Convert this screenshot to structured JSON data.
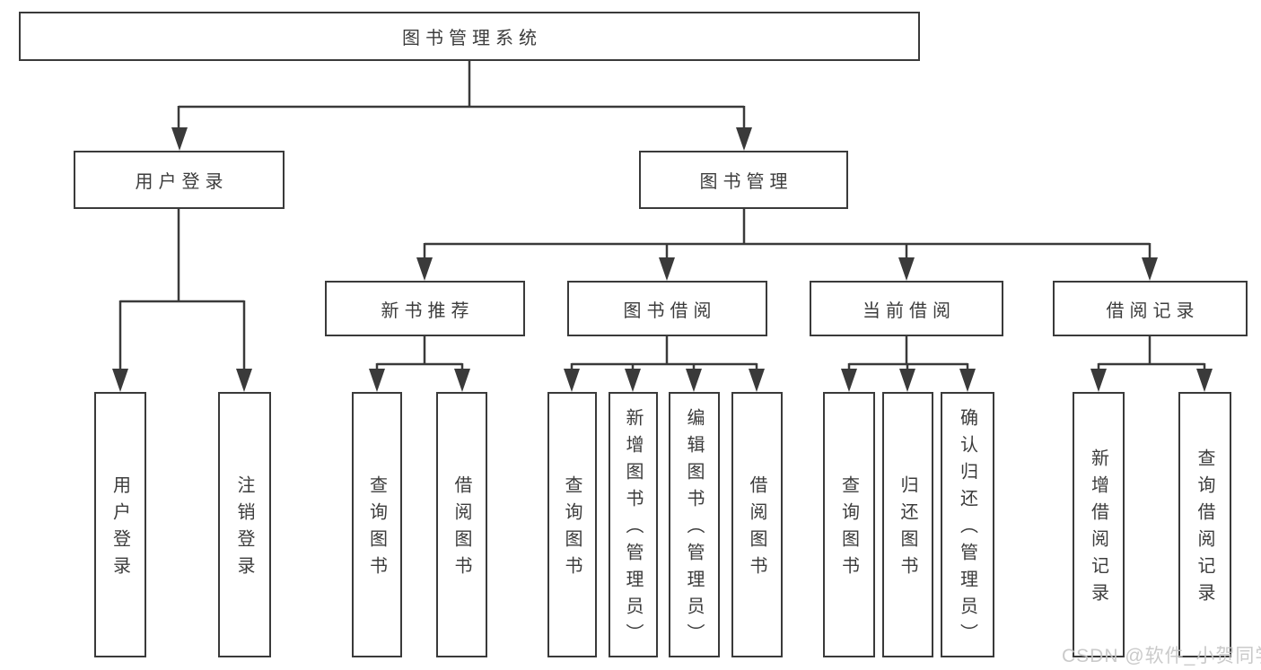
{
  "root": {
    "label": "图书管理系统"
  },
  "branches": {
    "user_login": {
      "label": "用户登录",
      "children": [
        {
          "label": "用户登录"
        },
        {
          "label": "注销登录"
        }
      ]
    },
    "book_management": {
      "label": "图书管理",
      "sections": [
        {
          "label": "新书推荐",
          "children": [
            {
              "label": "查询图书"
            },
            {
              "label": "借阅图书"
            }
          ]
        },
        {
          "label": "图书借阅",
          "children": [
            {
              "label": "查询图书"
            },
            {
              "label": "新增图书（管理员）"
            },
            {
              "label": "编辑图书（管理员）"
            },
            {
              "label": "借阅图书"
            }
          ]
        },
        {
          "label": "当前借阅",
          "children": [
            {
              "label": "查询图书"
            },
            {
              "label": "归还图书"
            },
            {
              "label": "确认归还（管理员）"
            }
          ]
        },
        {
          "label": "借阅记录",
          "children": [
            {
              "label": "新增借阅记录"
            },
            {
              "label": "查询借阅记录"
            }
          ]
        }
      ]
    }
  },
  "watermark": {
    "text": "CSDN @软件_小贺同学"
  },
  "colors": {
    "line": "#3a3a3a",
    "text": "#3c3c3c",
    "watermark": "#c5c5c5",
    "background": "#ffffff"
  }
}
